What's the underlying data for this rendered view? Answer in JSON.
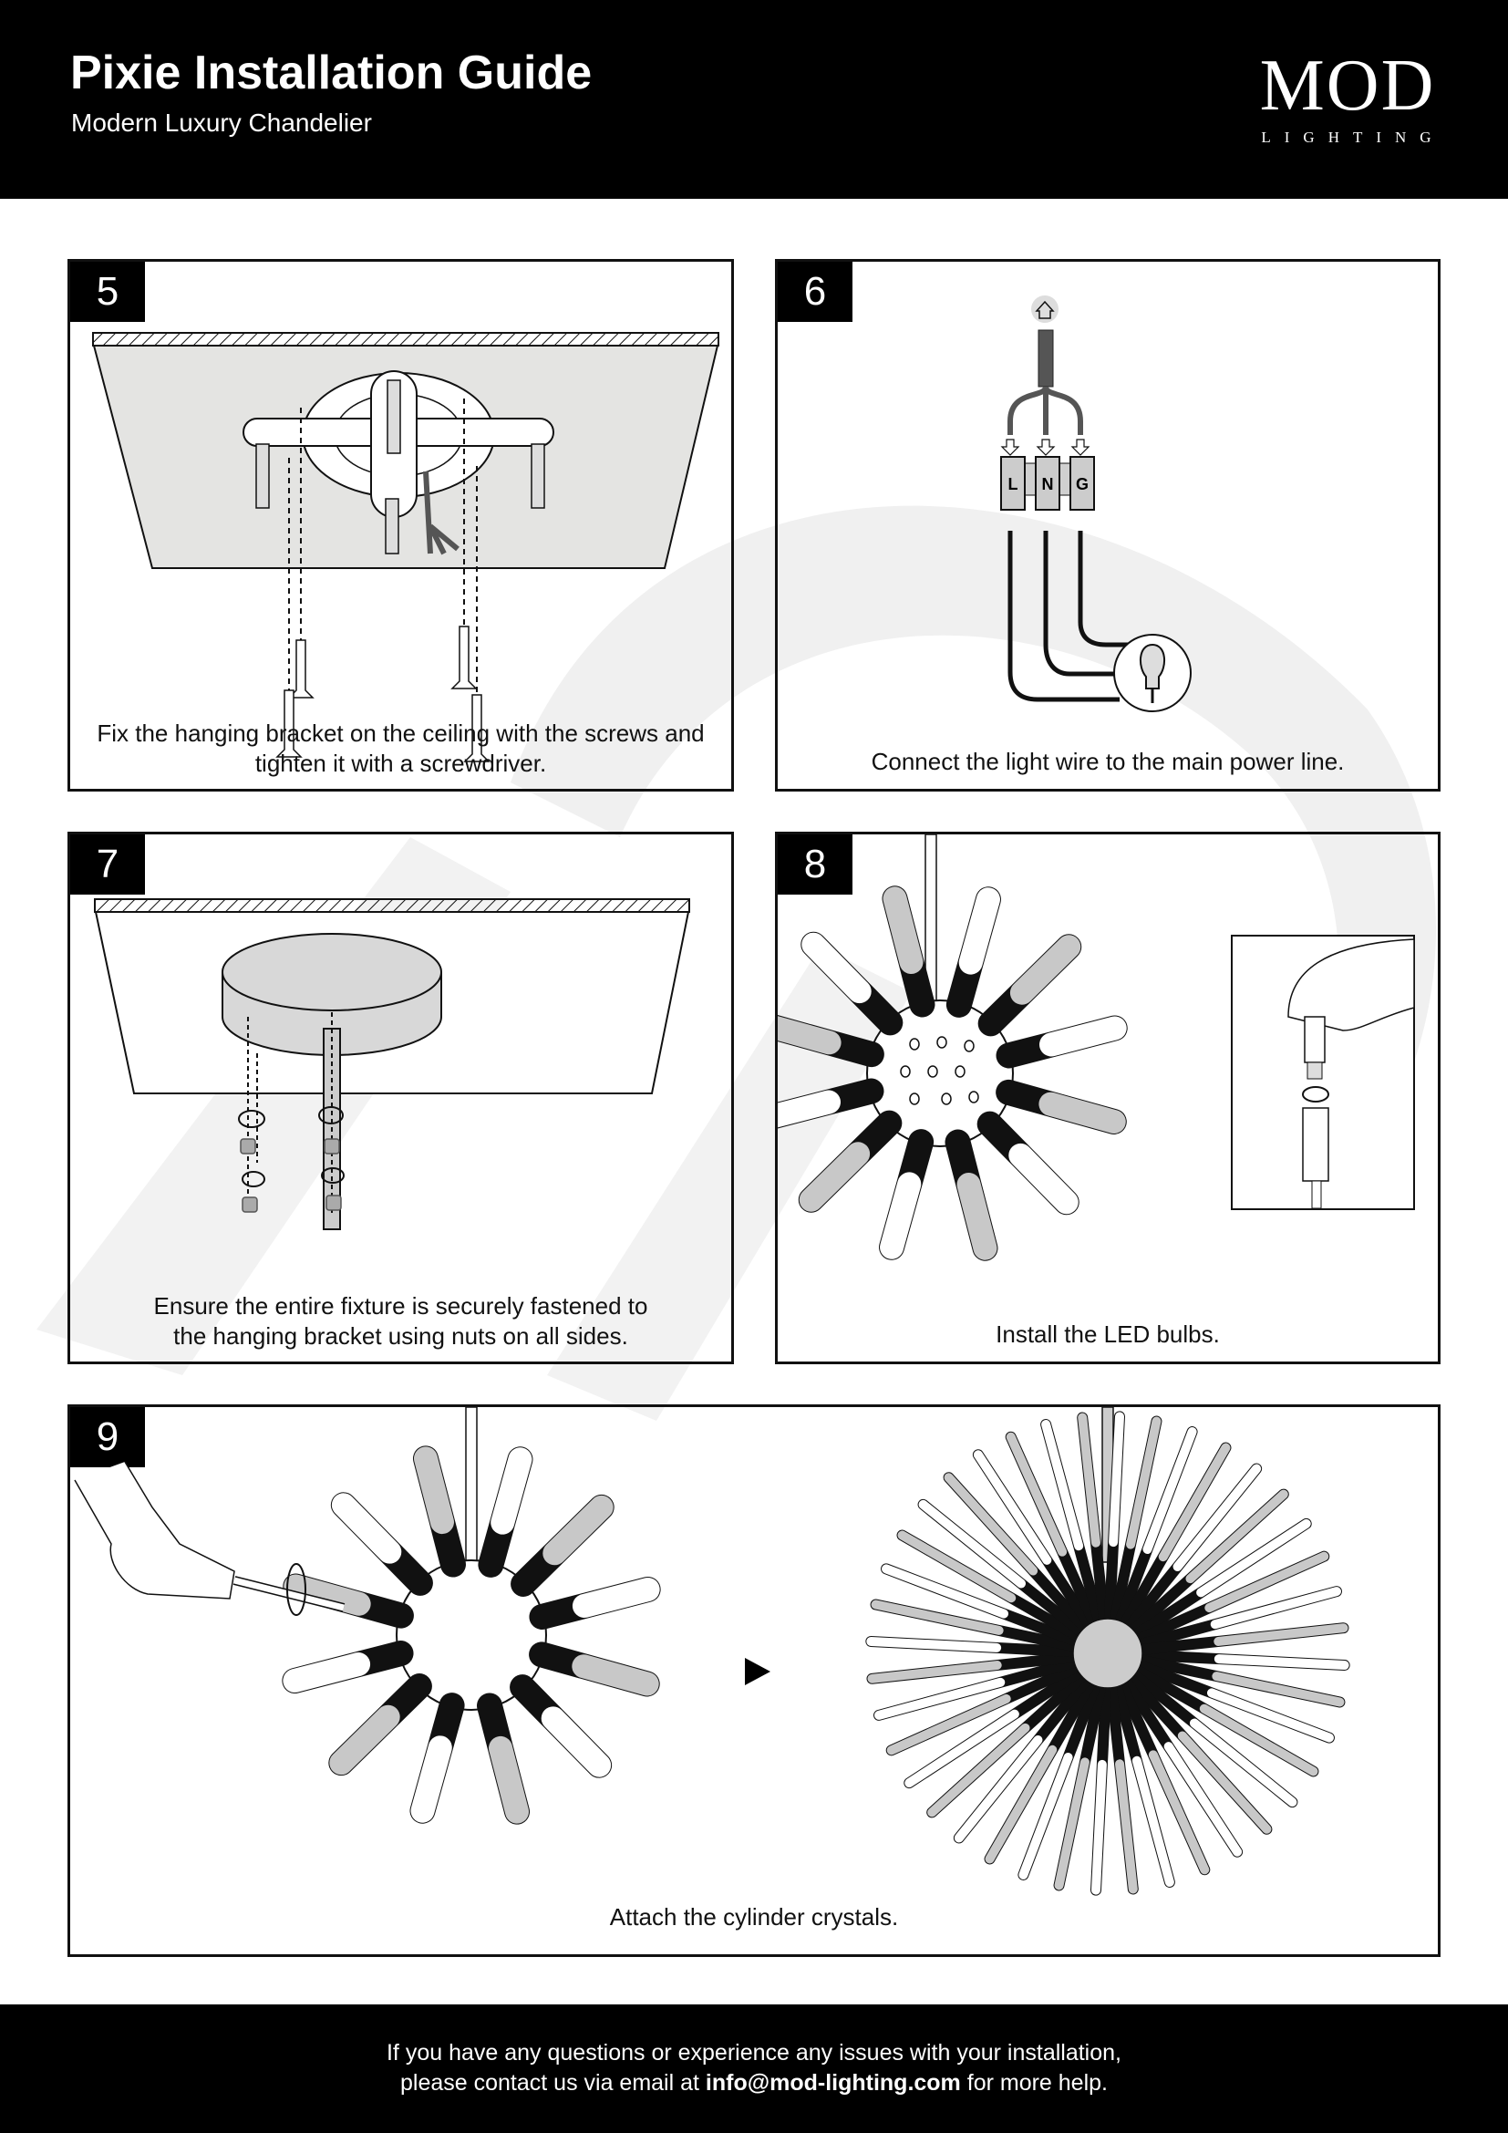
{
  "header": {
    "title": "Pixie Installation Guide",
    "subtitle": "Modern Luxury Chandelier",
    "logo_main": "MOD",
    "logo_sub": "LIGHTING"
  },
  "steps": [
    {
      "number": "5",
      "caption_line1": "Fix the hanging bracket on the ceiling with the screws and",
      "caption_line2": "tighten it with a screwdriver."
    },
    {
      "number": "6",
      "caption_line1": "Connect the light wire to the main power line.",
      "terminal_labels": [
        "L",
        "N",
        "G"
      ]
    },
    {
      "number": "7",
      "caption_line1": "Ensure the entire fixture is securely fastened to",
      "caption_line2": "the hanging bracket using nuts on all sides."
    },
    {
      "number": "8",
      "caption_line1": "Install the LED bulbs."
    },
    {
      "number": "9",
      "caption_line1": "Attach the cylinder crystals."
    }
  ],
  "footer": {
    "line1": "If you have any questions or experience any issues with your installation,",
    "line2_prefix": "please contact us via email at ",
    "email": "info@mod-lighting.com",
    "line2_suffix": " for more help."
  },
  "colors": {
    "ink": "#111111",
    "gray": "#c8c8c8",
    "ceiling": "#e4e4e2"
  }
}
